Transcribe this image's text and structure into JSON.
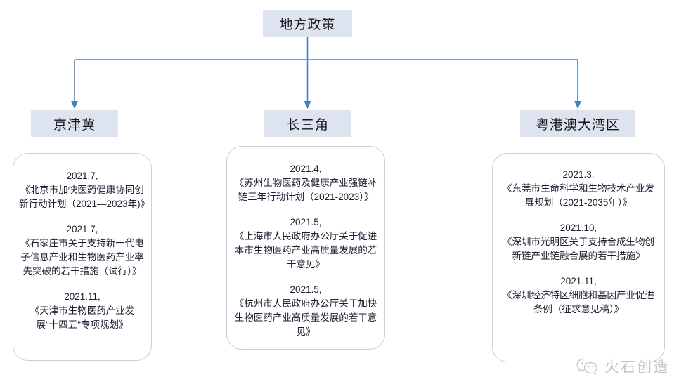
{
  "diagram": {
    "type": "org-tree",
    "root": {
      "label": "地方政策"
    },
    "colors": {
      "node_fill": "#dde3ef",
      "connector": "#4a7ebb",
      "card_border": "#c3cfe3",
      "text": "#17171c",
      "watermark": "#9aa3ae"
    },
    "branches": [
      {
        "id": "jingjinji",
        "label": "京津冀",
        "entries": [
          {
            "date": "2021.7,",
            "title": "《北京市加快医药健康协同创新行动计划（2021—2023年)》"
          },
          {
            "date": "2021.7,",
            "title": "《石家庄市关于支持新一代电子信息产业和生物医药产业率先突破的若干措施（试行）》"
          },
          {
            "date": "2021.11,",
            "title": "《天津市生物医药产业发展\"十四五\"专项规划》"
          }
        ]
      },
      {
        "id": "changsanjiao",
        "label": "长三角",
        "entries": [
          {
            "date": "2021.4,",
            "title": "《苏州生物医药及健康产业强链补链三年行动计划（2021-2023）》"
          },
          {
            "date": "2021.5,",
            "title": "《上海市人民政府办公厅关于促进本市生物医药产业高质量发展的若干意见》"
          },
          {
            "date": "2021.5,",
            "title": "《杭州市人民政府办公厅关于加快生物医药产业高质量发展的若干意见》"
          }
        ]
      },
      {
        "id": "yuegangao",
        "label": "粤港澳大湾区",
        "entries": [
          {
            "date": "2021.3,",
            "title": "《东莞市生命科学和生物技术产业发展规划（2021-2035年）》"
          },
          {
            "date": "2021.10,",
            "title": "《深圳市光明区关于支持合成生物创新链产业链融合展的若干措施》"
          },
          {
            "date": "2021.11,",
            "title": "《深圳经济特区细胞和基因产业促进条例（征求意见稿）》"
          }
        ]
      }
    ]
  },
  "watermark": {
    "icon": "wechat-icon",
    "text": "火石创造"
  }
}
